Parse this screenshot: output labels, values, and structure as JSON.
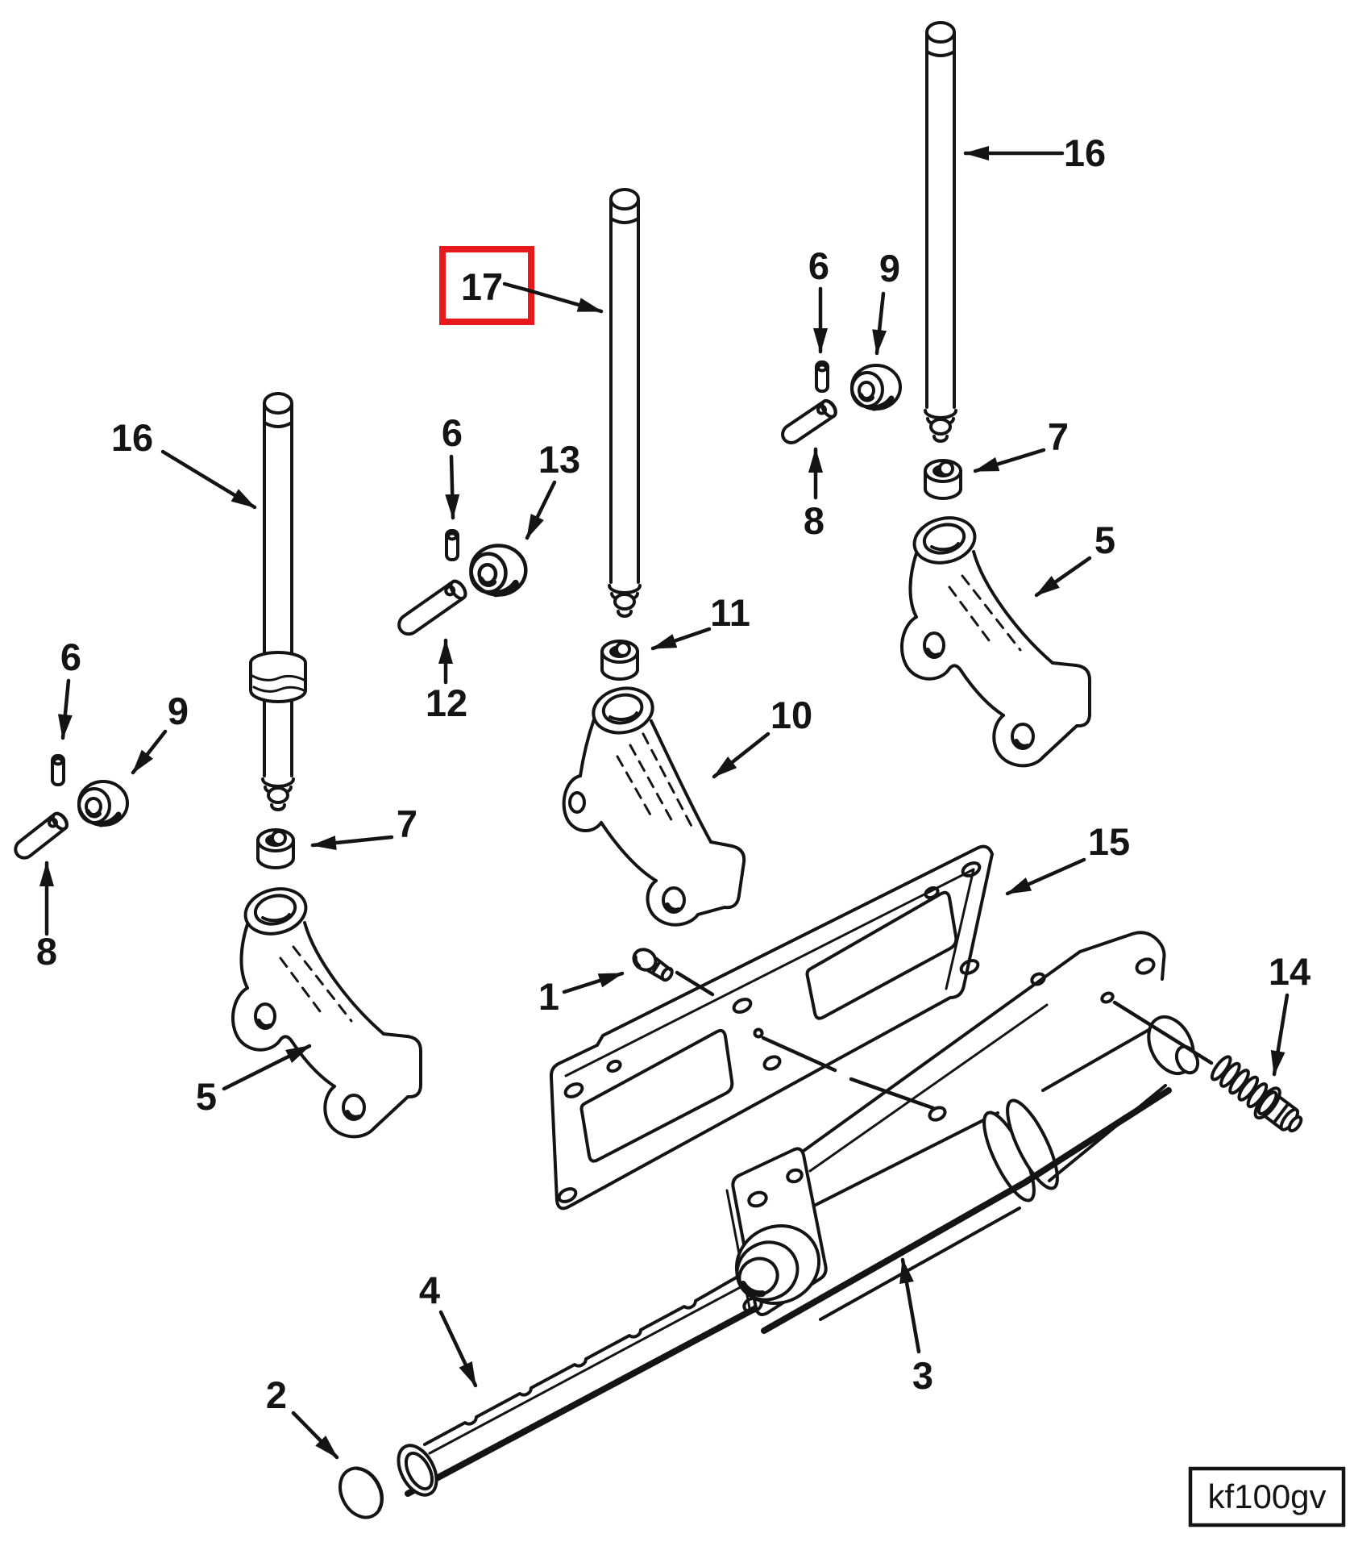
{
  "figure": {
    "type": "exploded-parts-diagram",
    "code_label": "kf100gv",
    "highlighted_callout": "17",
    "colors": {
      "line": "#141414",
      "highlight": "#e8191c",
      "background": "#ffffff"
    },
    "callouts": [
      {
        "id": "16-upper-right",
        "text": "16",
        "highlighted": false
      },
      {
        "id": "17-middle-rod",
        "text": "17",
        "highlighted": true
      },
      {
        "id": "6-right",
        "text": "6",
        "highlighted": false
      },
      {
        "id": "9-right",
        "text": "9",
        "highlighted": false
      },
      {
        "id": "8-right",
        "text": "8",
        "highlighted": false
      },
      {
        "id": "7-right",
        "text": "7",
        "highlighted": false
      },
      {
        "id": "5-right",
        "text": "5",
        "highlighted": false
      },
      {
        "id": "16-left",
        "text": "16",
        "highlighted": false
      },
      {
        "id": "6-middle",
        "text": "6",
        "highlighted": false
      },
      {
        "id": "13-middle",
        "text": "13",
        "highlighted": false
      },
      {
        "id": "12-middle",
        "text": "12",
        "highlighted": false
      },
      {
        "id": "11-middle",
        "text": "11",
        "highlighted": false
      },
      {
        "id": "10-middle",
        "text": "10",
        "highlighted": false
      },
      {
        "id": "6-left",
        "text": "6",
        "highlighted": false
      },
      {
        "id": "9-left",
        "text": "9",
        "highlighted": false
      },
      {
        "id": "8-left",
        "text": "8",
        "highlighted": false
      },
      {
        "id": "7-left",
        "text": "7",
        "highlighted": false
      },
      {
        "id": "5-left",
        "text": "5",
        "highlighted": false
      },
      {
        "id": "15-gasket",
        "text": "15",
        "highlighted": false
      },
      {
        "id": "1-fitting",
        "text": "1",
        "highlighted": false
      },
      {
        "id": "14-bolt",
        "text": "14",
        "highlighted": false
      },
      {
        "id": "3-housing",
        "text": "3",
        "highlighted": false
      },
      {
        "id": "4-shaft",
        "text": "4",
        "highlighted": false
      },
      {
        "id": "2-cap",
        "text": "2",
        "highlighted": false
      }
    ]
  }
}
